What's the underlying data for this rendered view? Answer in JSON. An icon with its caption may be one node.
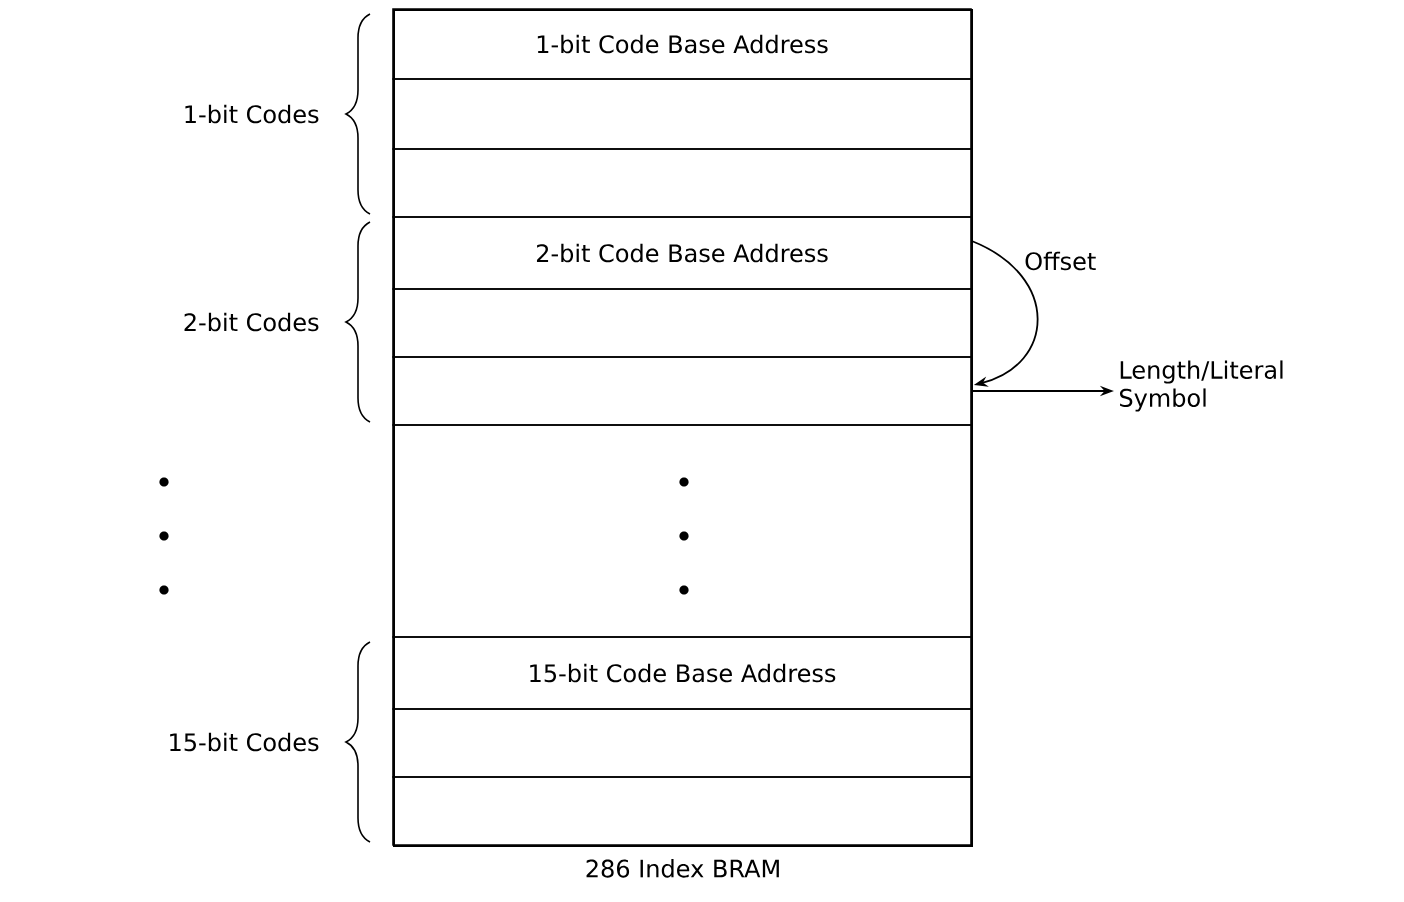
{
  "diagram": {
    "nodes": [
      {
        "text": [
          "286 Index BRAM"
        ]
      },
      {
        "text": [
          "1-bit Code Base Address"
        ],
        "in": 0
      },
      {
        "text": [],
        "shape": "box",
        "in": 0
      },
      {
        "text": [],
        "shape": "box",
        "in": 0
      },
      {
        "text": [
          "2-bit Code Base Address"
        ],
        "in": 0
      },
      {
        "text": [],
        "shape": "box",
        "in": 0
      },
      {
        "text": [],
        "shape": "box",
        "in": 0
      },
      {
        "text": [],
        "shape": "box",
        "in": 0
      },
      {
        "text": [
          "15-bit Code Base Address"
        ],
        "in": 0
      },
      {
        "text": [],
        "shape": "box",
        "in": 0
      },
      {
        "text": [],
        "shape": "box",
        "in": 0
      },
      {
        "text": [
          "Length/Literal Symbol"
        ]
      }
    ],
    "edges": [
      {
        "from": 4,
        "to": 6,
        "arrow": "to",
        "label": "Offset"
      },
      {
        "from": 6,
        "to": 11,
        "arrow": "to"
      }
    ],
    "labels": [
      "1-bit Codes",
      "2-bit Codes",
      "15-bit Codes"
    ]
  }
}
